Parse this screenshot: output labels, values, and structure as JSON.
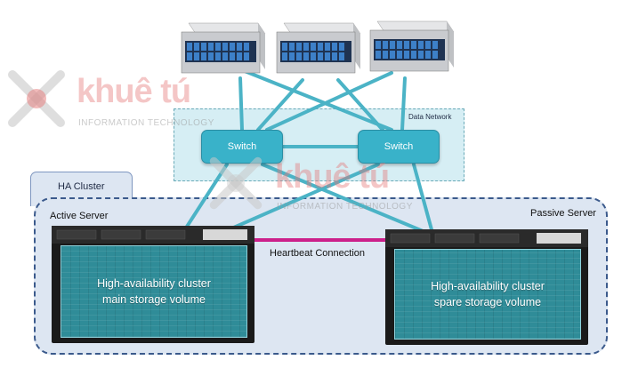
{
  "diagram": {
    "ha_cluster_label": "HA Cluster",
    "data_network_label": "Data Network",
    "switches": [
      {
        "label": "Switch"
      },
      {
        "label": "Switch"
      }
    ],
    "active_server": {
      "label": "Active Server",
      "volume_line1": "High-availability  cluster",
      "volume_line2": "main storage volume"
    },
    "passive_server": {
      "label": "Passive Server",
      "volume_line1": "High-availability  cluster",
      "volume_line2": "spare storage volume"
    },
    "heartbeat_label": "Heartbeat Connection",
    "watermark": {
      "brand": "khuê tú",
      "tagline": "INFORMATION TECHNOLOGY"
    }
  },
  "colors": {
    "link": "#4bb3c6",
    "heartbeat": "#cc1f8a",
    "switch": "#39b2c9",
    "cluster_fill": "#dde6f2",
    "cluster_border": "#3b5a8c"
  }
}
